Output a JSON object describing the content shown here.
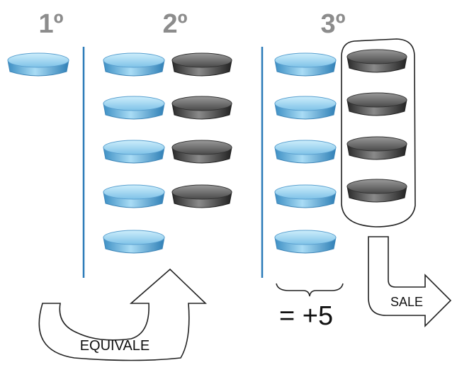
{
  "headings": {
    "step1": "1º",
    "step2": "2º",
    "step3": "3º"
  },
  "labels": {
    "equivalale": "EQUIVALE",
    "result": "= +5",
    "sale": "SALE"
  },
  "columns": {
    "step1": {
      "positive": 1,
      "negative": 0
    },
    "step2": {
      "positive": 5,
      "negative": 4
    },
    "step3": {
      "positive": 5,
      "negative": 4
    }
  },
  "colors": {
    "heading": "#8c8c8c",
    "divider": "#2a7ab8",
    "positive_fill": "#7fbfe6",
    "positive_stroke": "#3f86b8",
    "negative_fill": "#4a4a4a",
    "negative_stroke": "#222222",
    "outline": "#333333"
  }
}
